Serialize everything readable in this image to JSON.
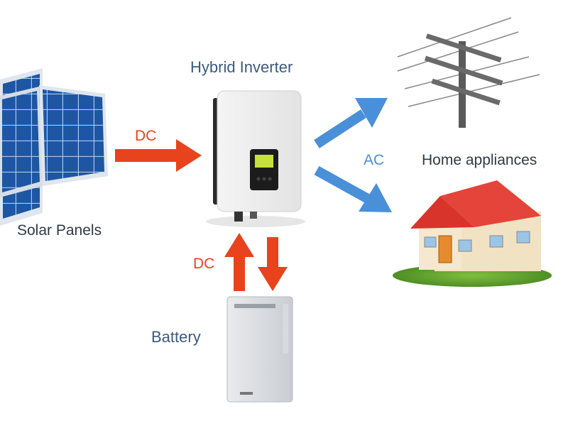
{
  "labels": {
    "inverter": "Hybrid Inverter",
    "solar": "Solar Panels",
    "home": "Home appliances",
    "battery": "Battery",
    "dc_top": "DC",
    "dc_bottom": "DC",
    "ac": "AC"
  },
  "colors": {
    "dc_arrow": "#e8431c",
    "ac_arrow": "#4a90d9",
    "label_blue": "#3d5a80",
    "panel_blue": "#1f5fae",
    "roof_red": "#d9342b"
  },
  "icons": {
    "solar": "solar-panel-icon",
    "inverter": "inverter-icon",
    "pole": "utility-pole-icon",
    "house": "house-icon",
    "battery": "battery-icon"
  }
}
